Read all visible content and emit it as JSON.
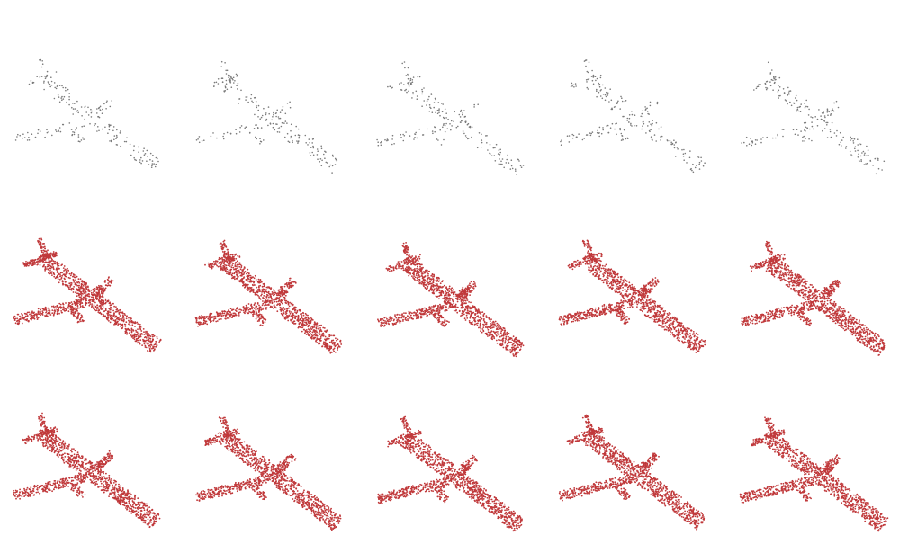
{
  "figure": {
    "columns": 5,
    "rows": [
      {
        "name": "sparse-input-row",
        "color": "#7a7a7a",
        "points_per_cloud": 220
      },
      {
        "name": "dense-output-row",
        "color": "#c0393b",
        "points_per_cloud": 1400
      },
      {
        "name": "dense-output-row-2",
        "color": "#c0393b",
        "points_per_cloud": 1400
      }
    ],
    "object_icon": "airplane-point-cloud"
  }
}
